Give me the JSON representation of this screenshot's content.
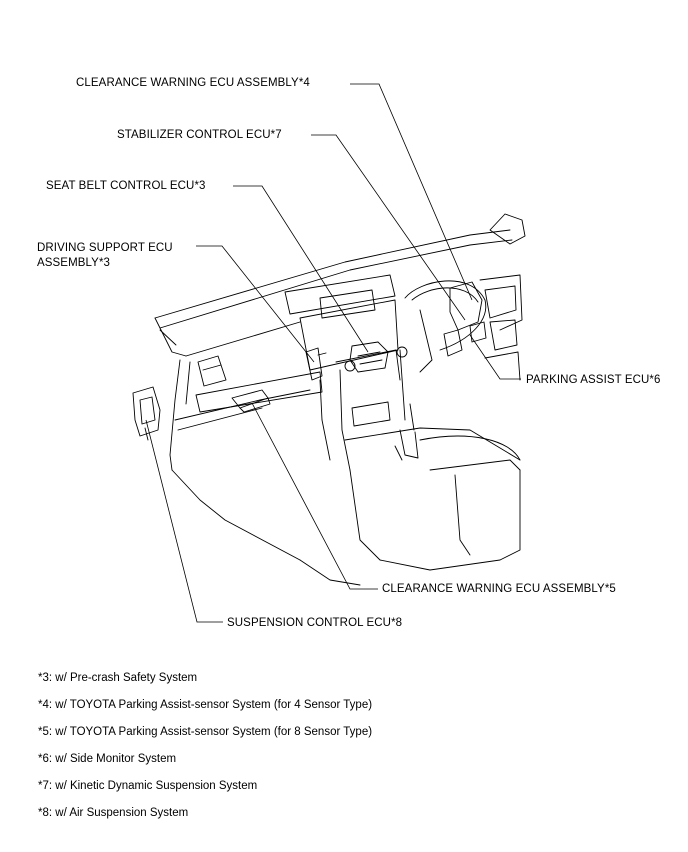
{
  "labels": {
    "clearance_warning_4": "CLEARANCE WARNING ECU ASSEMBLY*4",
    "stabilizer_control_7": "STABILIZER CONTROL ECU*7",
    "seat_belt_control_3": "SEAT BELT CONTROL ECU*3",
    "driving_support_3_line1": "DRIVING SUPPORT ECU",
    "driving_support_3_line2": "ASSEMBLY*3",
    "parking_assist_6": "PARKING ASSIST ECU*6",
    "clearance_warning_5": "CLEARANCE WARNING ECU ASSEMBLY*5",
    "suspension_control_8": "SUSPENSION CONTROL ECU*8"
  },
  "footnotes": [
    "*3: w/ Pre-crash Safety System",
    "*4: w/ TOYOTA Parking Assist-sensor System (for 4 Sensor Type)",
    "*5: w/ TOYOTA Parking Assist-sensor System (for 8 Sensor Type)",
    "*6: w/ Side Monitor System",
    "*7: w/ Kinetic Dynamic Suspension System",
    "*8: w/ Air Suspension System"
  ]
}
